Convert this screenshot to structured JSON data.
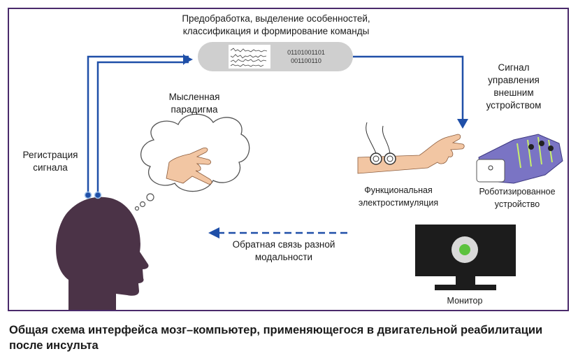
{
  "labels": {
    "preprocessing": "Предобработка, выделение особенностей, классификация и формирование команды",
    "binary_line1": "01101001101",
    "binary_line2": "001100110",
    "control_signal": "Сигнал управления внешним устройством",
    "mental_paradigm": "Мысленная парадигма",
    "signal_registration": "Регистрация сигнала",
    "fes": "Функциональная электростимуляция",
    "robotic_device": "Роботизированное устройство",
    "feedback": "Обратная связь разной модальности",
    "monitor": "Монитор"
  },
  "caption": "Общая схема интерфейса мозг–компьютер, применяющегося в двигательной реабилитации после инсульта",
  "colors": {
    "frame": "#4a2a6b",
    "arrow": "#1f4fa8",
    "head": "#4b3347",
    "monitor": "#1c1c1c",
    "monitor_dot": "#5cc23e",
    "robot_hand": "#7a74c4",
    "skin": "#f2c6a3"
  }
}
